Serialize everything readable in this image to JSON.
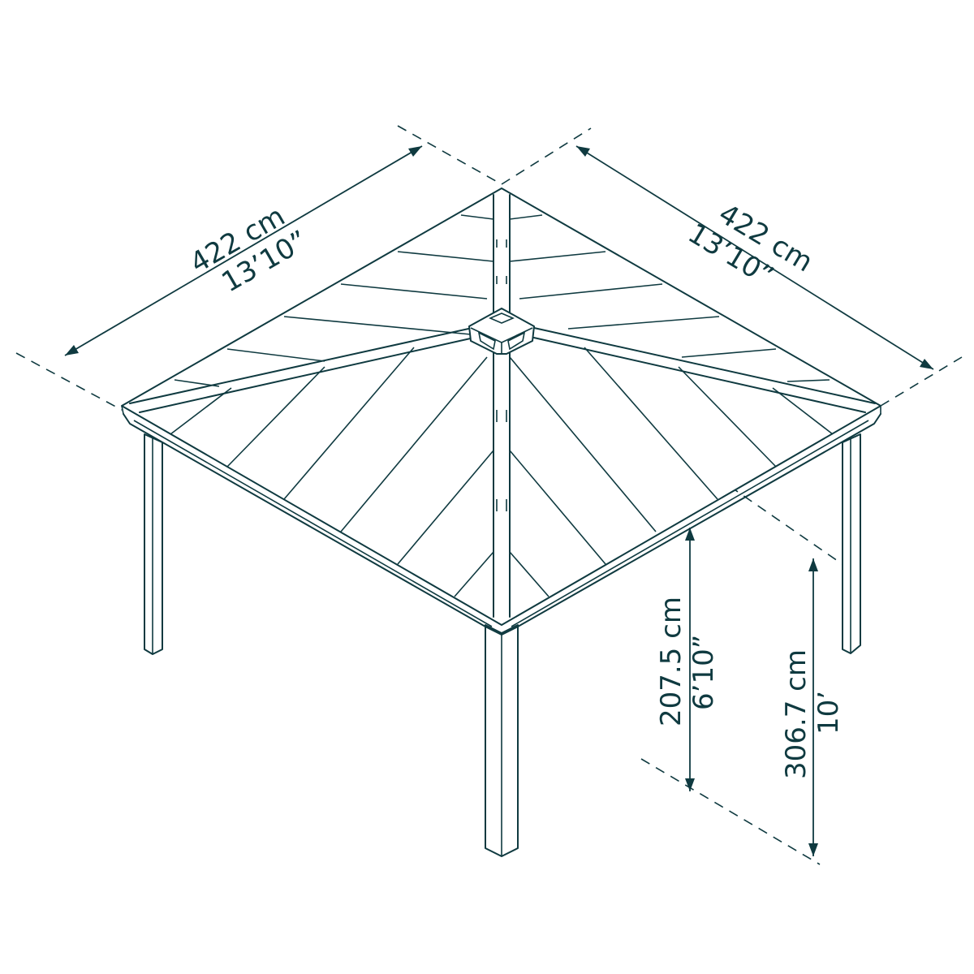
{
  "diagram": {
    "subject": "Hip-roof gazebo line drawing with dimensions",
    "line_color": "#0f3a40",
    "background": "#ffffff"
  },
  "dimensions": {
    "left_width": {
      "metric": "422 cm",
      "imperial": "13’10”"
    },
    "right_depth": {
      "metric": "422 cm",
      "imperial": "13’10”"
    },
    "eave_height": {
      "metric": "207.5 cm",
      "imperial": "6’10”"
    },
    "peak_height": {
      "metric": "306.7 cm",
      "imperial": "10’"
    }
  }
}
